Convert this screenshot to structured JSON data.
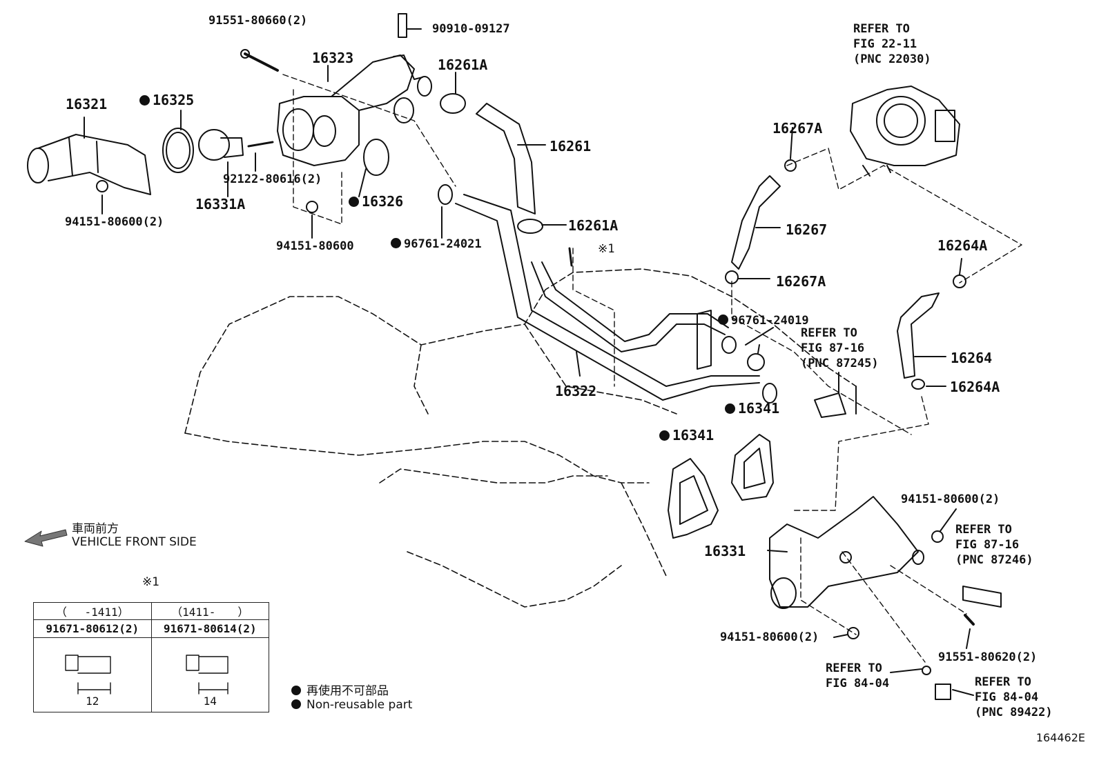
{
  "diagram": {
    "figure_id": "164462E",
    "front_side": {
      "jp": "車両前方",
      "en": "VEHICLE FRONT SIDE"
    },
    "legend": {
      "jp": "再使用不可部品",
      "en": "Non-reusable part"
    },
    "note_mark": "※1",
    "bolt_table": {
      "col1_range": "（　 -1411）",
      "col2_range": "（1411-　　）",
      "col1_part": "91671-80612(2)",
      "col2_part": "91671-80614(2)",
      "col1_len": "12",
      "col2_len": "14"
    },
    "labels": {
      "p91551_80660": "91551-80660(2)",
      "p90910_09127": "90910-09127",
      "p16323": "16323",
      "p16261A_top": "16261A",
      "p16321": "16321",
      "p16325": "16325",
      "p16261": "16261",
      "p92122": "92122-80616(2)",
      "p16331A": "16331A",
      "p16326": "16326",
      "p94151_a": "94151-80600(2)",
      "p94151_b": "94151-80600",
      "p96761_24021": "96761-24021",
      "p16261A_mid": "16261A",
      "p_note1": "※1",
      "p16267A_top": "16267A",
      "p16267": "16267",
      "p16267A_bot": "16267A",
      "p16264A_top": "16264A",
      "p96761_24019": "96761-24019",
      "p16264": "16264",
      "p16264A_bot": "16264A",
      "p16322": "16322",
      "p16341_r": "16341",
      "p16341_l": "16341",
      "p94151_c": "94151-80600(2)",
      "p16331": "16331",
      "p94151_d": "94151-80600(2)",
      "p91551_80620": "91551-80620(2)"
    },
    "refers": {
      "r22_11": "REFER TO\nFIG 22-11\n(PNC 22030)",
      "r87_16a": "REFER TO\nFIG 87-16\n(PNC 87245)",
      "r87_16b": "REFER TO\nFIG 87-16\n(PNC 87246)",
      "r84_04a": "REFER TO\nFIG 84-04",
      "r84_04b": "REFER TO\nFIG 84-04\n(PNC 89422)"
    }
  }
}
